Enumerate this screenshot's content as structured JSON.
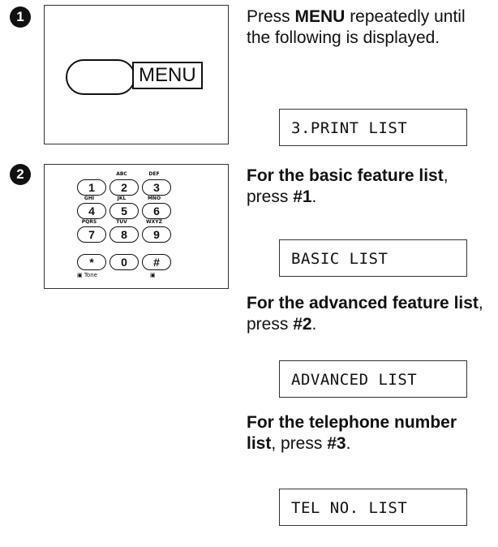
{
  "steps": [
    {
      "number": "1",
      "button_label": "MENU",
      "instruction_parts": [
        "Press ",
        "MENU",
        " repeatedly until the following is displayed."
      ],
      "display": "3.PRINT LIST"
    },
    {
      "number": "2",
      "keypad": {
        "keys": [
          "1",
          "2",
          "3",
          "4",
          "5",
          "6",
          "7",
          "8",
          "9",
          "*",
          "0",
          "#"
        ],
        "letters": [
          "",
          "ABC",
          "DEF",
          "GHI",
          "JKL",
          "MNO",
          "PQRS",
          "TUV",
          "WXYZ"
        ],
        "foot_left": "Tone",
        "foot_right": ""
      },
      "options": [
        {
          "bold": "For the basic feature list",
          "rest": ", press ",
          "key": "#1",
          "end": ".",
          "display": "BASIC LIST"
        },
        {
          "bold": "For the advanced feature list",
          "rest": ", press ",
          "key": "#2",
          "end": ".",
          "display": "ADVANCED LIST"
        },
        {
          "bold": "For the telephone number list",
          "rest": ", press ",
          "key": "#3",
          "end": ".",
          "display": "TEL NO. LIST"
        }
      ]
    }
  ]
}
